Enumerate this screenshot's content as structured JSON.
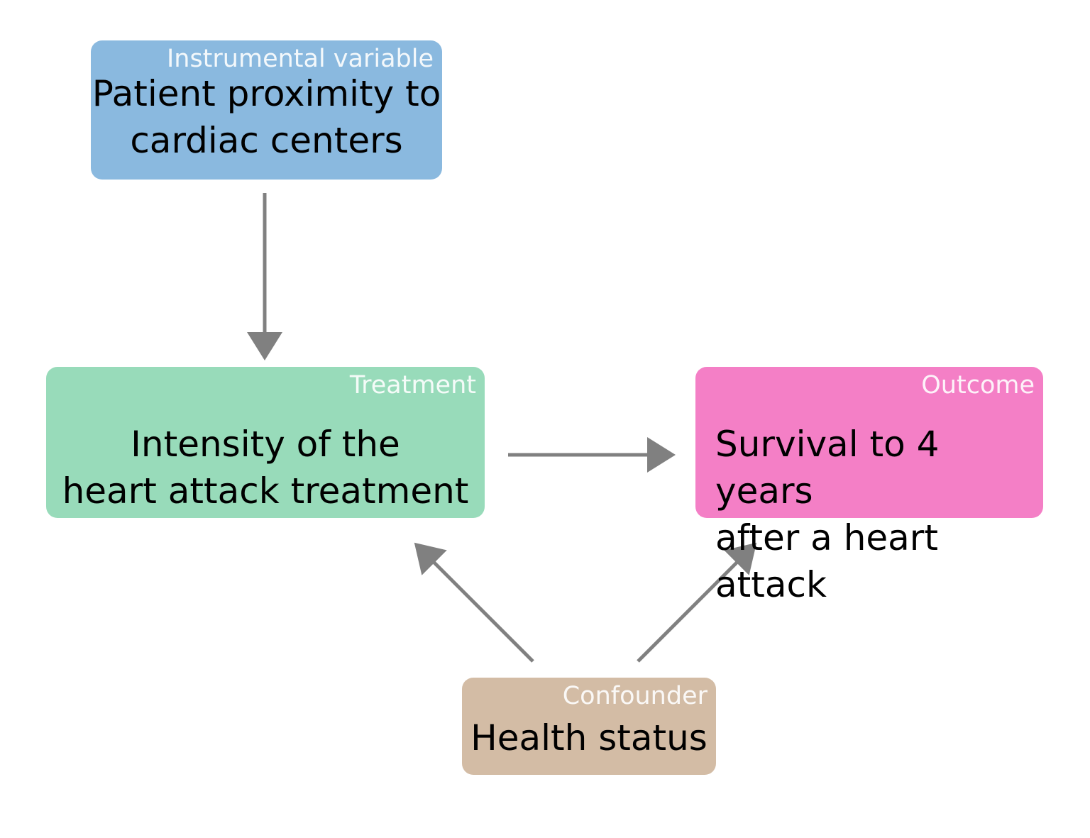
{
  "colors": {
    "instrumental": "#8ab9df",
    "treatment": "#98dbba",
    "outcome": "#f47fc6",
    "confounder": "#d3bca5",
    "arrow": "#808080"
  },
  "nodes": {
    "instrumental": {
      "role": "Instrumental variable",
      "text": "Patient proximity to\ncardiac centers"
    },
    "treatment": {
      "role": "Treatment",
      "text": "Intensity of the\nheart attack treatment"
    },
    "outcome": {
      "role": "Outcome",
      "text": "Survival to 4 years\nafter a heart attack"
    },
    "confounder": {
      "role": "Confounder",
      "text": "Health status"
    }
  },
  "edges": [
    {
      "from": "instrumental",
      "to": "treatment"
    },
    {
      "from": "treatment",
      "to": "outcome"
    },
    {
      "from": "confounder",
      "to": "treatment"
    },
    {
      "from": "confounder",
      "to": "outcome"
    }
  ]
}
